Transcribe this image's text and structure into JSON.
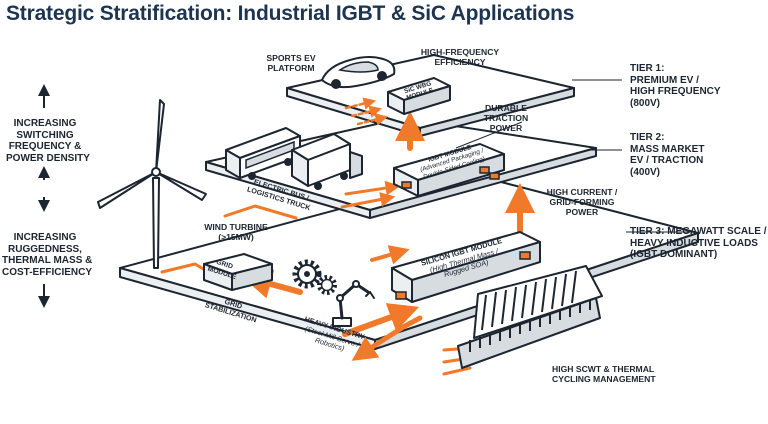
{
  "title": "Strategic Stratification: Industrial IGBT & SiC Applications",
  "left_axis": {
    "top_text": "INCREASING SWITCHING FREQUENCY & POWER DENSITY",
    "top_lines": [
      "INCREASING",
      "SWITCHING",
      "FREQUENCY &",
      "POWER DENSITY"
    ],
    "bottom_text": "INCREASING RUGGEDNESS, THERMAL MASS & COST-EFFICIENCY",
    "bottom_lines": [
      "INCREASING",
      "RUGGEDNESS,",
      "THERMAL MASS &",
      "COST-EFFICIENCY"
    ]
  },
  "tiers": [
    {
      "text": "TIER 1: PREMIUM EV / HIGH FREQUENCY (800V)",
      "lines": [
        "TIER 1:",
        "PREMIUM EV /",
        "HIGH FREQUENCY",
        "(800V)"
      ]
    },
    {
      "text": "TIER 2: MASS MARKET EV / TRACTION (400V)",
      "lines": [
        "TIER 2:",
        "MASS MARKET",
        "EV / TRACTION",
        "(400V)"
      ]
    },
    {
      "text": "TIER 3: MEGAWATT SCALE / HEAVY INDUCTIVE LOADS (IGBT DOMINANT)",
      "lines": [
        "TIER 3: MEGAWATT SCALE /",
        "HEAVY INDUCTIVE LOADS",
        "(IGBT DOMINANT)"
      ]
    }
  ],
  "labels": {
    "sports_ev": "SPORTS EV PLATFORM",
    "sports_ev_lines": [
      "SPORTS EV",
      "PLATFORM"
    ],
    "hf_efficiency": "HIGH-FREQUENCY EFFICIENCY",
    "hf_efficiency_lines": [
      "HIGH-FREQUENCY",
      "EFFICIENCY"
    ],
    "durable_traction": "DURABLE TRACTION POWER",
    "durable_traction_lines": [
      "DURABLE",
      "TRACTION",
      "POWER"
    ],
    "high_current": "HIGH CURRENT / GRID-FORMING POWER",
    "high_current_lines": [
      "HIGH CURRENT /",
      "GRID-FORMING",
      "POWER"
    ],
    "wind_turbine": "WIND TURBINE (>15MW)",
    "wind_turbine_lines": [
      "WIND TURBINE",
      "(>15MW)"
    ],
    "high_scwt": "HIGH SCWT & THERMAL CYCLING MANAGEMENT",
    "high_scwt_lines": [
      "HIGH SCWT & THERMAL",
      "CYCLING MANAGEMENT"
    ],
    "bus_truck": "ELECTRIC BUS / LOGISTICS TRUCK",
    "bus_truck_lines": [
      "ELECTRIC BUS /",
      "LOGISTICS TRUCK"
    ],
    "grid_stab": "GRID STABILIZATION",
    "grid_stab_lines": [
      "GRID",
      "STABILIZATION"
    ],
    "heavy_industry": "HEAVY INDUSTRY (Steel Mill Servo / Robotics)",
    "heavy_industry_lines": [
      "HEAVY INDUSTRY",
      "(Steel Mill Servo /",
      "Robotics)"
    ]
  },
  "modules": {
    "sic": "SiC WBG MODULE",
    "sic_lines": [
      "SiC WBG",
      "MODULE"
    ],
    "igbt": "IGBT MODULE (Advanced Packaging / Double-Sided Cooling)",
    "igbt_lines": [
      "IGBT MODULE",
      "(Advanced Packaging /",
      "Double-Sided Cooling)"
    ],
    "silicon": "SILICON IGBT MODULE (High Thermal Mass / Rugged SOA)",
    "silicon_lines": [
      "SILICON IGBT MODULE",
      "(High Thermal Mass /",
      "Rugged SOA)"
    ],
    "grid": "GRID MODULE",
    "grid_lines": [
      "GRID",
      "MODULE"
    ]
  },
  "colors": {
    "accent": "#f07a2a",
    "title": "#1d3550",
    "ink": "#1c2530",
    "platform": "#ffffff"
  }
}
